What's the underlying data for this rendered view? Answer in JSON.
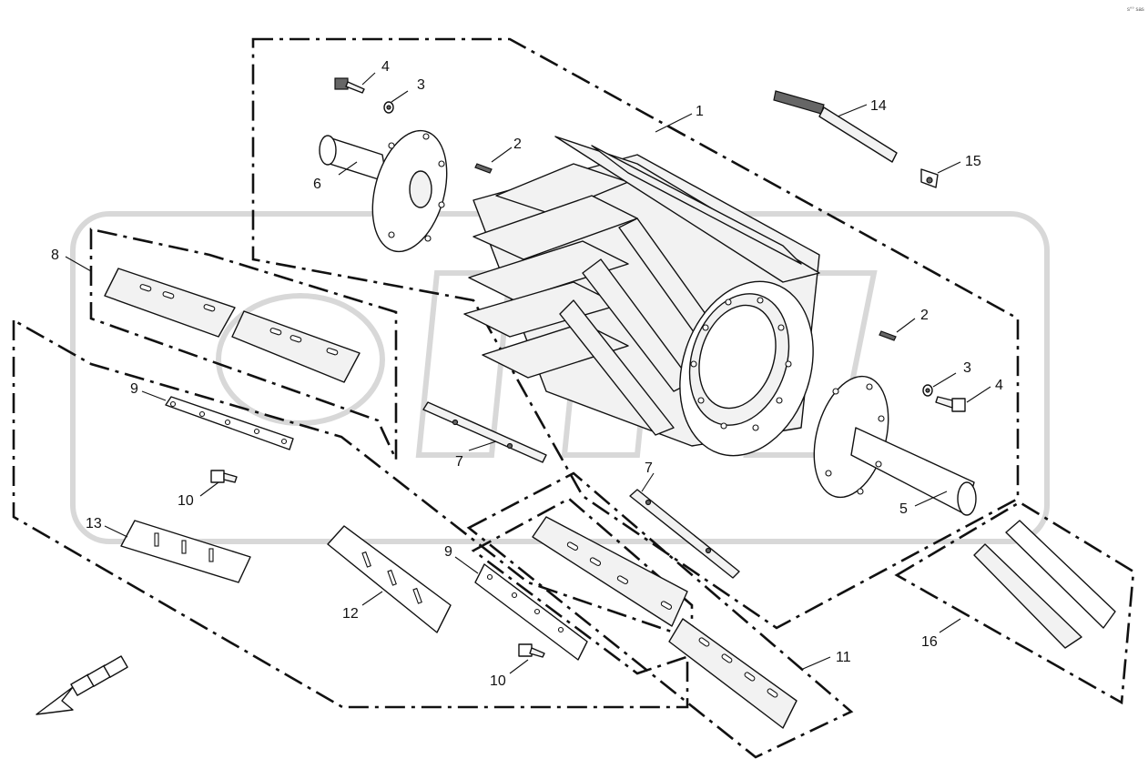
{
  "corner_code": "s°° sas",
  "labels": {
    "p1": "1",
    "p2a": "2",
    "p2b": "2",
    "p3a": "3",
    "p3b": "3",
    "p4a": "4",
    "p4b": "4",
    "p5": "5",
    "p6": "6",
    "p7a": "7",
    "p7b": "7",
    "p8": "8",
    "p9a": "9",
    "p9b": "9",
    "p10a": "10",
    "p10b": "10",
    "p11": "11",
    "p12": "12",
    "p13": "13",
    "p14": "14",
    "p15": "15",
    "p16": "16"
  }
}
